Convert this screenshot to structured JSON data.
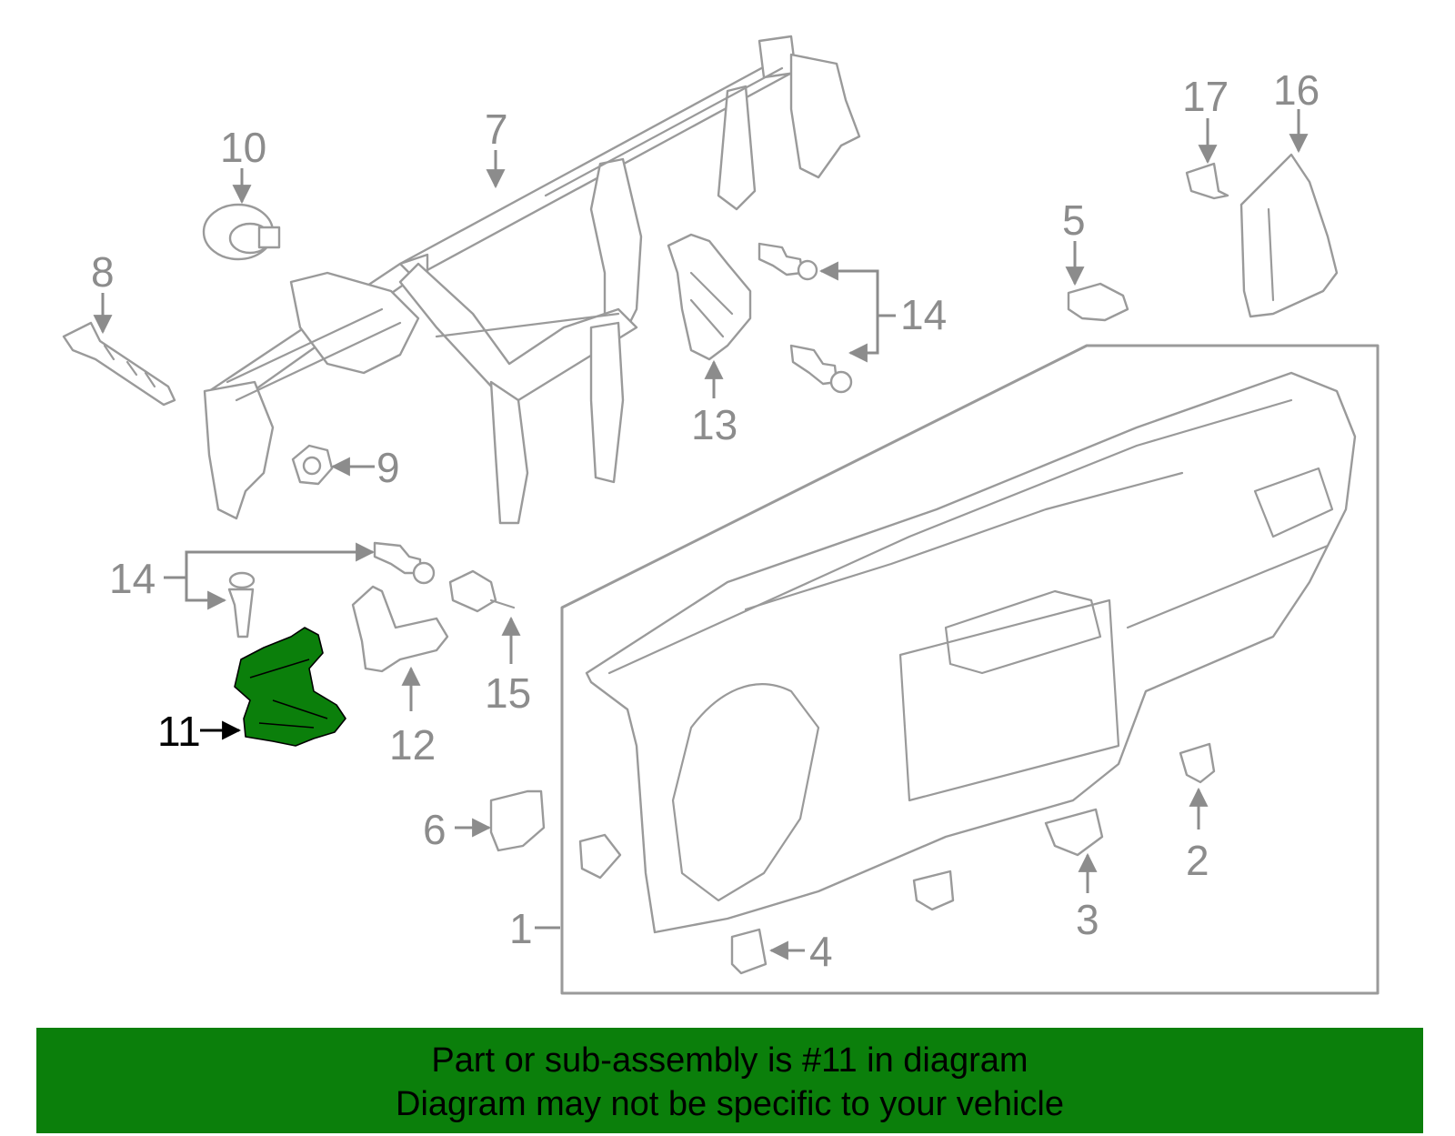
{
  "diagram": {
    "highlight_color": "#0b7f0b",
    "part_numbers": [
      "1",
      "2",
      "3",
      "4",
      "5",
      "6",
      "7",
      "8",
      "9",
      "10",
      "11",
      "12",
      "13",
      "14",
      "15",
      "16",
      "17"
    ],
    "highlighted_part": "11",
    "labels": {
      "p1": "1",
      "p2": "2",
      "p3": "3",
      "p4": "4",
      "p5": "5",
      "p6": "6",
      "p7": "7",
      "p8": "8",
      "p9": "9",
      "p10": "10",
      "p11": "11",
      "p12": "12",
      "p13": "13",
      "p14a": "14",
      "p14b": "14",
      "p15": "15",
      "p16": "16",
      "p17": "17"
    }
  },
  "banner": {
    "line1": "Part or sub-assembly is #11 in diagram",
    "line2": "Diagram may not be specific to your vehicle"
  }
}
